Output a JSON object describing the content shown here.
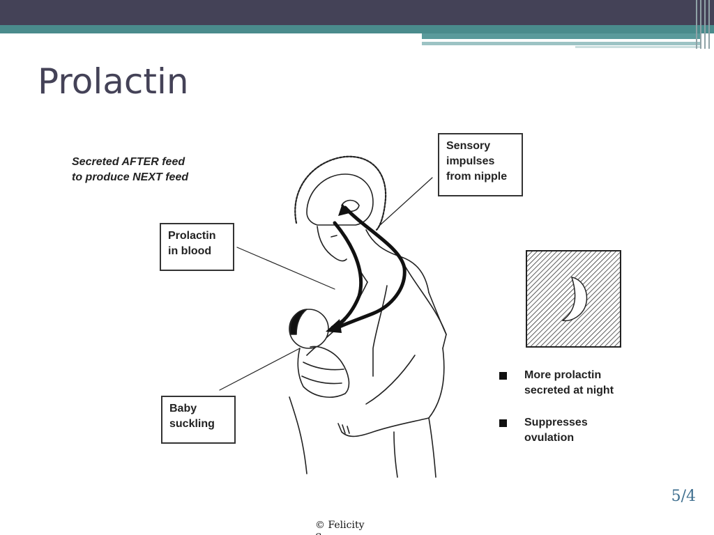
{
  "slide": {
    "title": "Prolactin",
    "page_number": "5/4",
    "copyright": "© Felicity Savage King"
  },
  "diagram": {
    "note": "Secreted AFTER feed\nto produce NEXT feed",
    "labels": {
      "sensory": "Sensory\nimpulses\nfrom nipple",
      "prolactin_blood": "Prolactin\nin blood",
      "baby_suckling": "Baby\nsuckling"
    },
    "bullets": [
      "More prolactin\nsecreted at night",
      "Suppresses\novulation"
    ],
    "night_icon": "crescent-moon-icon"
  },
  "colors": {
    "header_dark": "#444257",
    "header_teal": "#4a8b8c",
    "title": "#444257",
    "page_number": "#3f6f8f"
  }
}
